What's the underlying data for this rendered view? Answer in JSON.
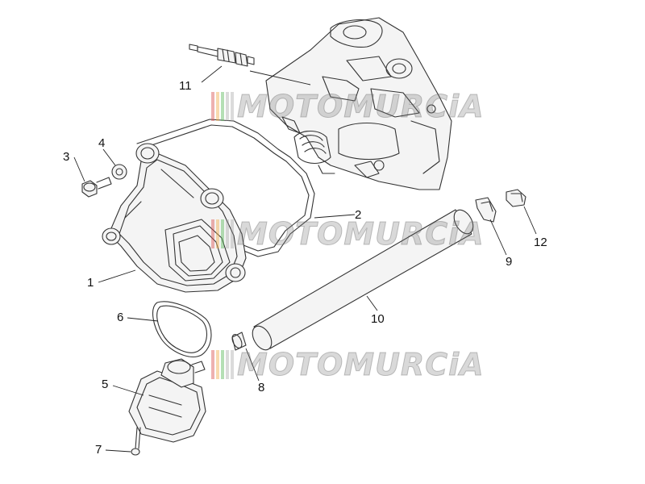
{
  "watermark": {
    "text": "MOTOMURCiA",
    "bar_colors": [
      "#d9534f",
      "#f0ad4e",
      "#5cb85c",
      "#999999",
      "#999999"
    ]
  },
  "callouts": {
    "c1": "1",
    "c2": "2",
    "c3": "3",
    "c4": "4",
    "c5": "5",
    "c6": "6",
    "c7": "7",
    "c8": "8",
    "c9": "9",
    "c10": "10",
    "c11": "11",
    "c12": "12"
  }
}
